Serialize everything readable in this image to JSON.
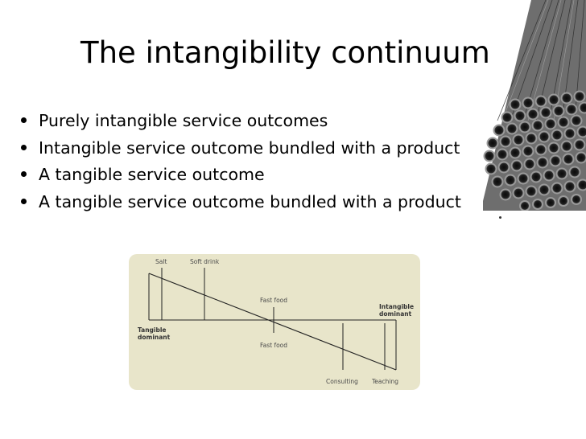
{
  "slide": {
    "title": "The intangibility continuum",
    "bullets": [
      "Purely intangible service outcomes",
      "Intangible service outcome bundled with a product",
      "A tangible service outcome",
      "A tangible service outcome bundled with a product"
    ]
  },
  "diagram": {
    "background": "#e8e5ca",
    "labels": {
      "salt": "Salt",
      "soft_drink": "Soft drink",
      "fast_food_top": "Fast food",
      "fast_food_bottom": "Fast food",
      "tangible_line1": "Tangible",
      "tangible_line2": "dominant",
      "intangible_line1": "Intangible",
      "intangible_line2": "dominant",
      "consulting": "Consulting",
      "teaching": "Teaching"
    }
  },
  "image": {
    "icon": "steel-pipes-photo"
  }
}
